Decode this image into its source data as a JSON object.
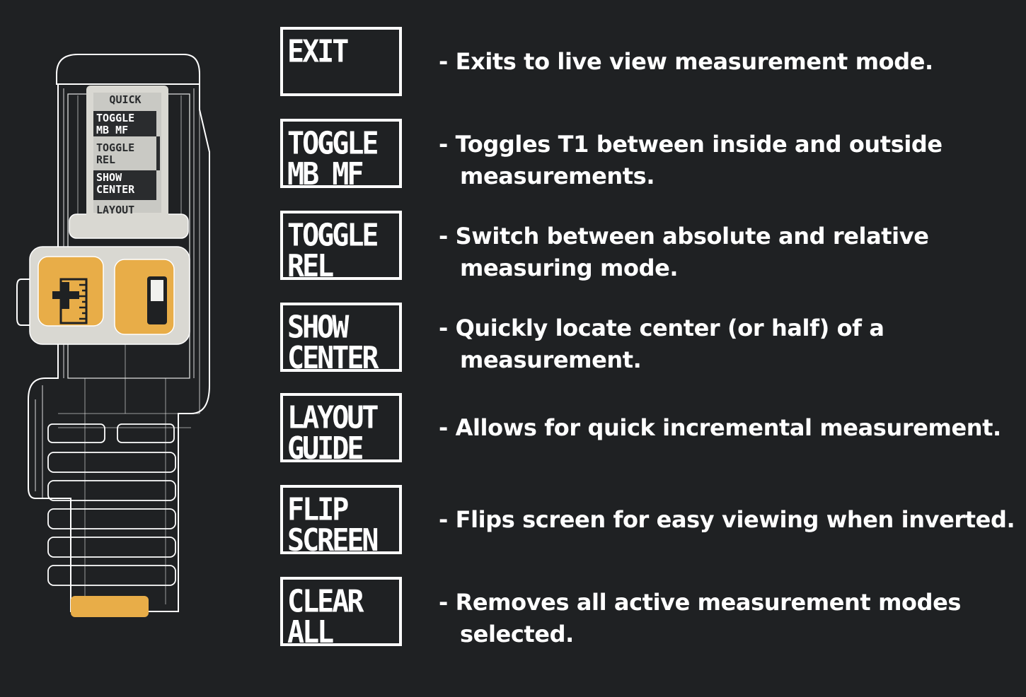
{
  "device": {
    "screen": {
      "items": [
        {
          "label": "QUICK",
          "selected": false
        },
        {
          "label": "TOGGLE\nMB MF",
          "selected": true
        },
        {
          "label": "TOGGLE\nREL",
          "selected": false
        },
        {
          "label": "SHOW\nCENTER",
          "selected": true
        },
        {
          "label": "LAYOUT",
          "selected": false
        }
      ]
    },
    "accent_color": "#e8ad48",
    "icons": [
      "ruler-plus-icon",
      "toggle-switch-icon"
    ]
  },
  "entries": [
    {
      "label": "EXIT",
      "description": [
        "- Exits to live view measurement mode."
      ]
    },
    {
      "label": "TOGGLE\nMB MF",
      "description": [
        "- Toggles T1 between inside and outside",
        "measurements."
      ]
    },
    {
      "label": "TOGGLE\nREL",
      "description": [
        "- Switch between absolute and relative",
        "measuring mode."
      ]
    },
    {
      "label": "SHOW\nCENTER",
      "description": [
        "- Quickly locate center (or half) of a",
        "measurement."
      ]
    },
    {
      "label": "LAYOUT\nGUIDE",
      "description": [
        "- Allows for quick incremental measurement."
      ]
    },
    {
      "label": "FLIP\nSCREEN",
      "description": [
        "- Flips screen for easy viewing when inverted."
      ]
    },
    {
      "label": "CLEAR\nALL",
      "description": [
        "- Removes all active measurement modes",
        "selected."
      ]
    }
  ]
}
